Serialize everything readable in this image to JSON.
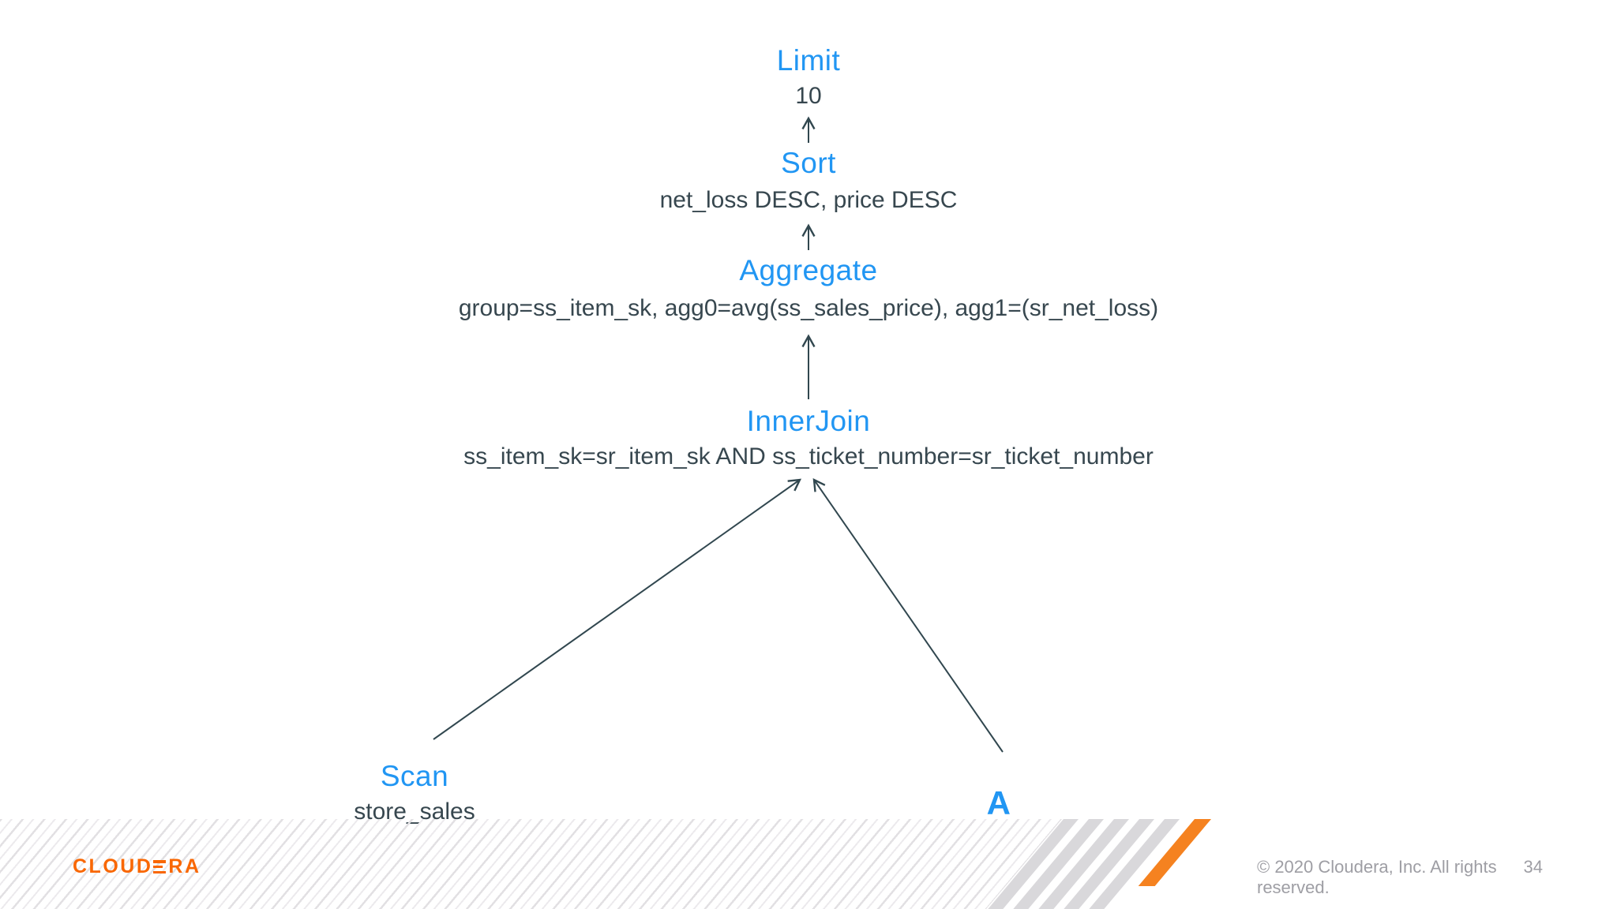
{
  "slide": {
    "background": "#ffffff",
    "accent_blue": "#2196f3",
    "text_dark": "#37474f",
    "edge_color": "#31474f",
    "brand_orange": "#f96702",
    "stripe_orange": "#f58220",
    "stripe_gray": "#d9d8db",
    "footer_text_gray": "#9e9ea4"
  },
  "plan_tree": {
    "nodes": [
      {
        "id": "limit",
        "title": "Limit",
        "detail": "10"
      },
      {
        "id": "sort",
        "title": "Sort",
        "detail": "net_loss DESC, price DESC"
      },
      {
        "id": "aggregate",
        "title": "Aggregate",
        "detail": "group=ss_item_sk, agg0=avg(ss_sales_price), agg1=(sr_net_loss)"
      },
      {
        "id": "innerjoin",
        "title": "InnerJoin",
        "detail": "ss_item_sk=sr_item_sk AND ss_ticket_number=sr_ticket_number"
      },
      {
        "id": "scan",
        "title": "Scan",
        "detail": "store_sales"
      },
      {
        "id": "a",
        "title": "A",
        "detail": ""
      }
    ],
    "edges": [
      {
        "from": "sort",
        "to": "limit"
      },
      {
        "from": "aggregate",
        "to": "sort"
      },
      {
        "from": "innerjoin",
        "to": "aggregate"
      },
      {
        "from": "scan",
        "to": "innerjoin"
      },
      {
        "from": "a",
        "to": "innerjoin"
      }
    ]
  },
  "footer": {
    "logo_text_left": "CLOUD",
    "logo_text_right": "RA",
    "copyright": "© 2020 Cloudera, Inc. All rights reserved.",
    "page_number": "34"
  }
}
